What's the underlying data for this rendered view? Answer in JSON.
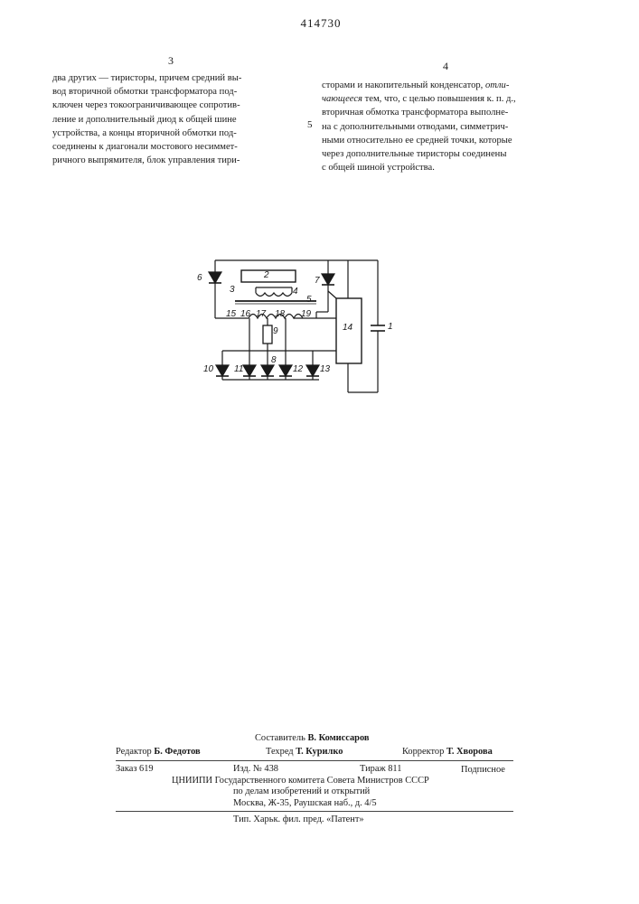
{
  "patent_number": "414730",
  "column_left": {
    "number": "3",
    "lines": [
      "два других — тиристоры, причем средний вы-",
      "вод вторичной обмотки трансформатора под-",
      "ключен через токоограничивающее сопротив-",
      "ление и дополнительный диод к общей шине",
      "устройства, а концы вторичной обмотки под-",
      "соединены к диагонали мостового несиммет-",
      "ричного выпрямителя, блок управления тири-"
    ]
  },
  "line_marker": "5",
  "column_right": {
    "number": "4",
    "line1_plain": "сторами и накопительный конденсатор, ",
    "line1_italic": "отли-",
    "line2_italic": "чающееся",
    "line2_plain": " тем, что, с целью повышения к. п. д.,",
    "lines": [
      "вторичная обмотка трансформатора выполне-",
      "на с дополнительными отводами, симметрич-",
      "ными относительно ее средней точки, которые",
      "через дополнительные тиристоры соединены",
      "с общей шиной устройства."
    ]
  },
  "figure": {
    "labels": {
      "l1": "1",
      "l2": "2",
      "l3": "3",
      "l4": "4",
      "l5": "5",
      "l6": "6",
      "l7": "7",
      "l8": "8",
      "l9": "9",
      "l10": "10",
      "l11": "11",
      "l12": "12",
      "l13": "13",
      "l14": "14",
      "l15": "15",
      "l16": "16",
      "l17": "17",
      "l18": "18",
      "l19": "19"
    }
  },
  "imprint": {
    "compiler_label": "Составитель",
    "compiler_name": "В. Комиссаров",
    "editor_label": "Редактор",
    "editor_name": "Б. Федотов",
    "techred_label": "Техред",
    "techred_name": "Т. Курилко",
    "corrector_label": "Корректор",
    "corrector_name": "Т. Хворова",
    "order": "Заказ 619",
    "edition_no": "Изд. № 438",
    "circulation": "Тираж 811",
    "subscription": "Подписное",
    "org_line1": "ЦНИИПИ Государственного комитета Совета Министров СССР",
    "org_line2": "по делам изобретений и открытий",
    "org_line3": "Москва, Ж-35, Раушская наб., д. 4/5",
    "printer": "Тип. Харьк. фил. пред. «Патент»"
  }
}
